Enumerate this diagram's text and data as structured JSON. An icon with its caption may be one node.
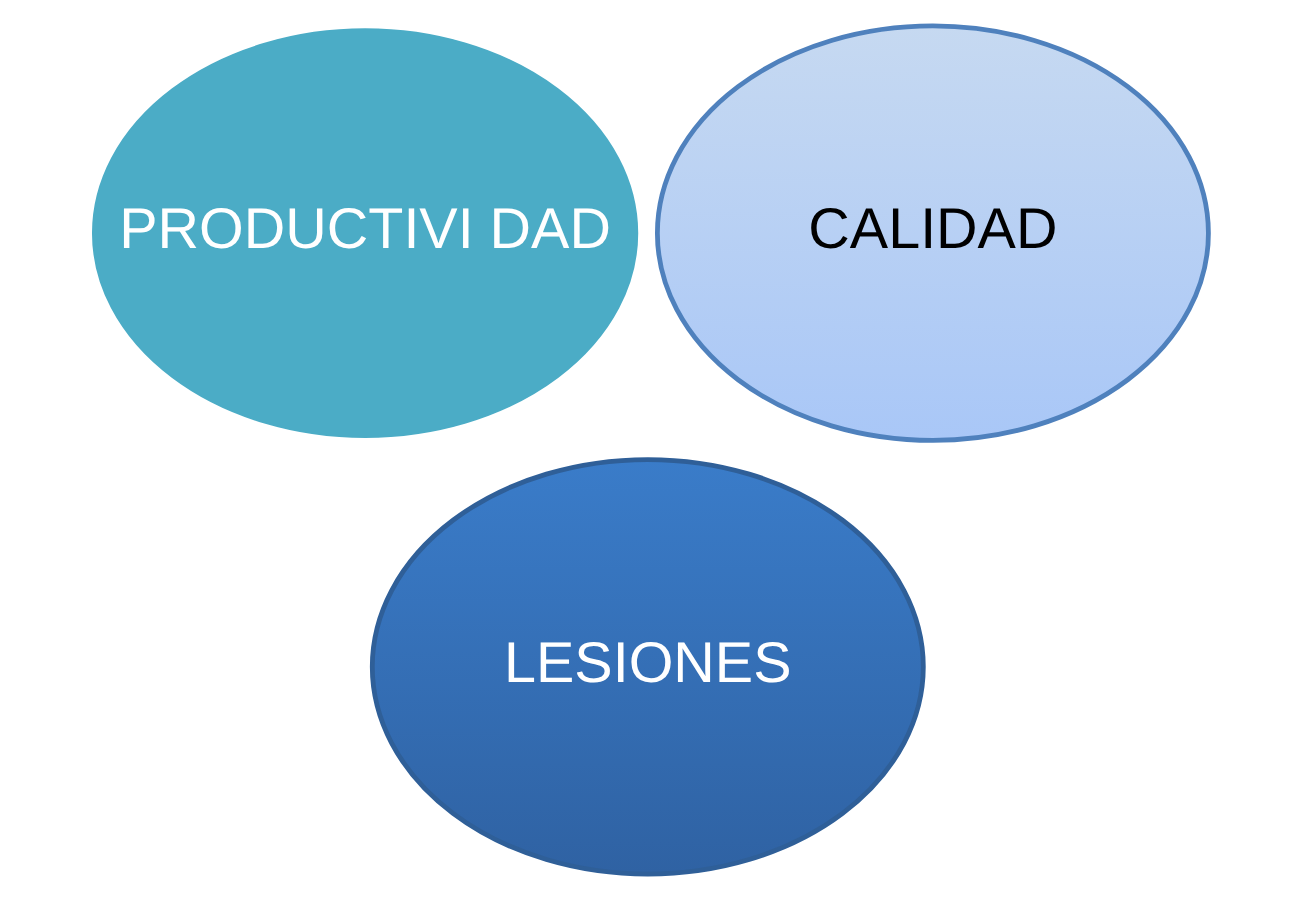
{
  "diagram": {
    "nodes": [
      {
        "text": [
          "PRODUCTIVI DAD"
        ]
      },
      {
        "text": [
          "CALIDAD"
        ]
      },
      {
        "text": [
          "LESIONES"
        ]
      }
    ]
  }
}
